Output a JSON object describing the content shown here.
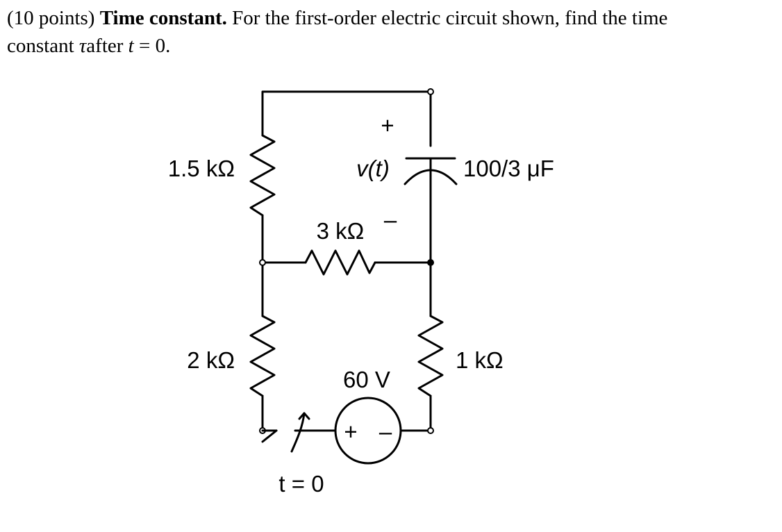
{
  "problem": {
    "points": "(10 points)",
    "title": "Time constant.",
    "text1": "For the first-order electric circuit shown, find the time",
    "text2_a": "constant",
    "tau": "τ",
    "text2_b": "after",
    "t": "t",
    "text2_c": "= 0."
  },
  "circuit": {
    "r1_label": "1.5 kΩ",
    "r2_label": "2 kΩ",
    "r3_label": "3 kΩ",
    "r4_label": "1 kΩ",
    "cap_label": "100/3 μF",
    "voltage_label": "v(t)",
    "plus": "+",
    "minus": "–",
    "source_label": "60 V",
    "source_plus": "+",
    "source_minus": "–",
    "switch_label": "t = 0"
  }
}
